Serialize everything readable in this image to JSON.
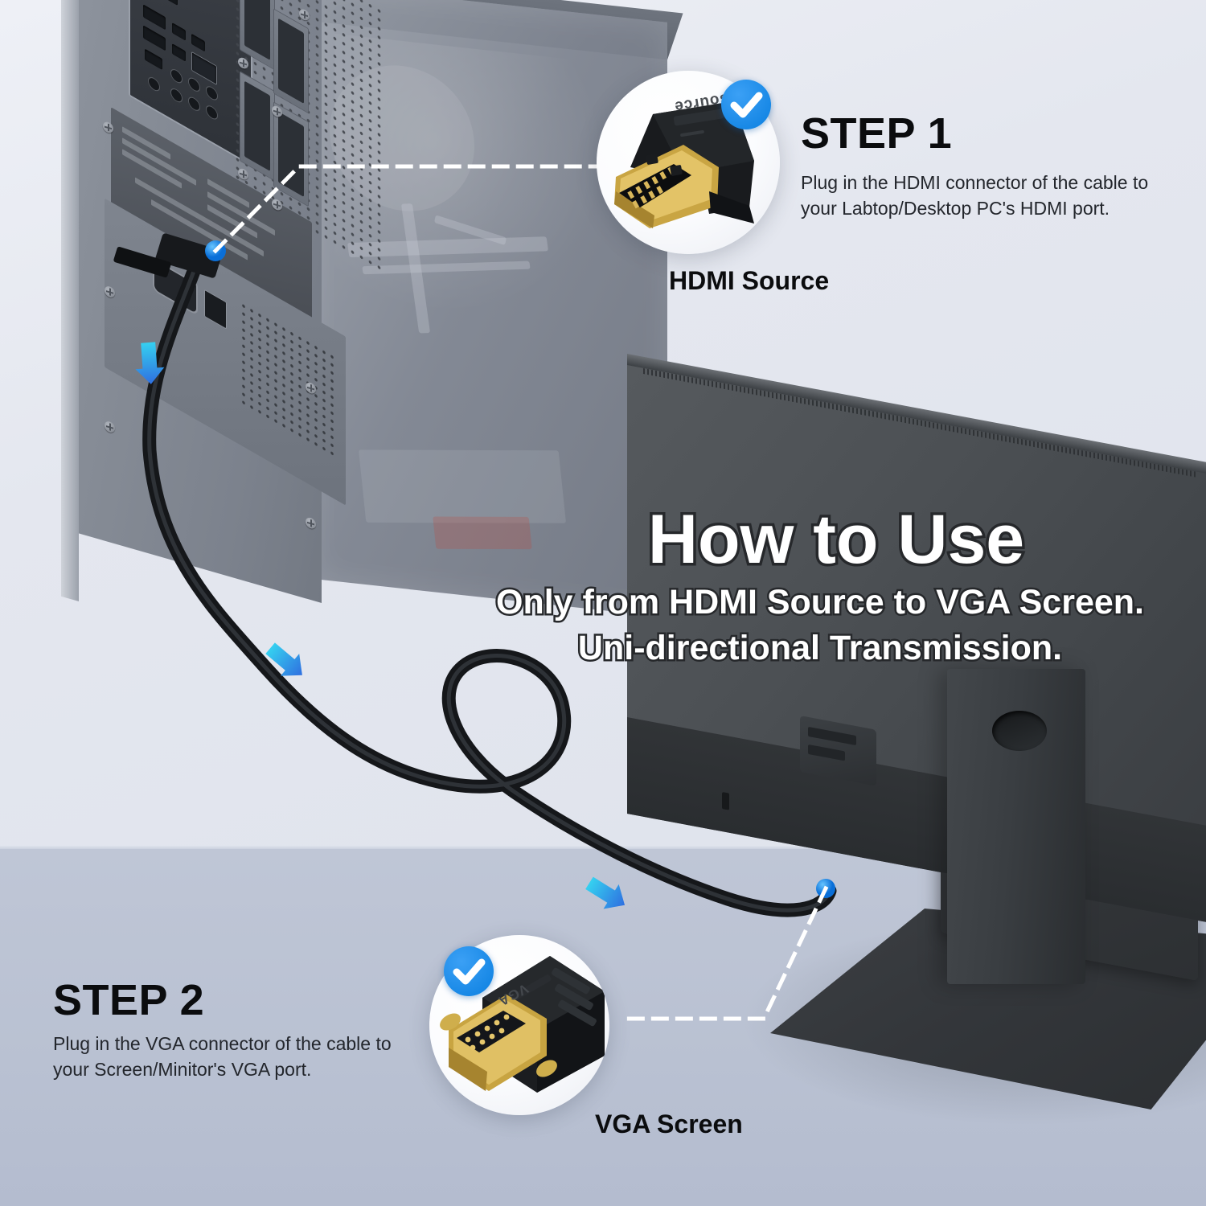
{
  "hero": {
    "title": "How to Use",
    "subtitle_line1": "Only from HDMI Source to VGA Screen.",
    "subtitle_line2": "Uni-directional Transmission."
  },
  "step1": {
    "title": "STEP 1",
    "body_line1": "Plug in the HDMI connector of the cable to",
    "body_line2": "your Labtop/Desktop PC's HDMI port.",
    "caption": "HDMI Source",
    "connector_label": "source",
    "badge": "check-icon"
  },
  "step2": {
    "title": "STEP 2",
    "body_line1": "Plug in the VGA connector of the cable to",
    "body_line2": "your Screen/Minitor's VGA port.",
    "caption": "VGA Screen",
    "connector_label": "VGA",
    "badge": "check-icon"
  },
  "colors": {
    "accent_blue": "#0a7fe0",
    "arrow_blue": "#2f7fe8",
    "text_dark": "#0b0c0e",
    "bg_upper": "#e4e7ef",
    "bg_lower": "#bfc6d6",
    "monitor_body": "#4c5054",
    "tower_body": "#868c96",
    "cable_black": "#1e2023"
  },
  "markers": {
    "direction_arrows": 4,
    "hdmi_port_dot": "blue-dot",
    "vga_port_dot": "blue-dot"
  }
}
